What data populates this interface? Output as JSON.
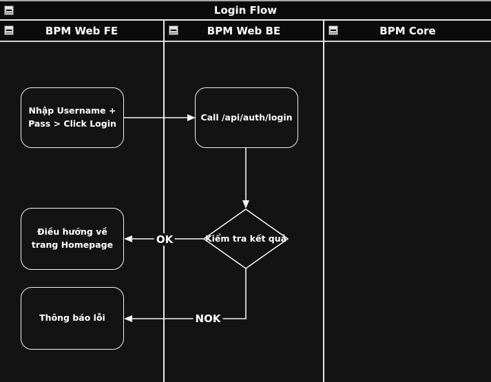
{
  "pool": {
    "title": "Login Flow"
  },
  "lanes": [
    {
      "label": "BPM Web FE"
    },
    {
      "label": "BPM Web BE"
    },
    {
      "label": "BPM Core"
    }
  ],
  "nodes": {
    "enter_credentials": {
      "label": "Nhập Username + Pass > Click Login"
    },
    "call_api": {
      "label": "Call /api/auth/login"
    },
    "check_result": {
      "label": "Kiểm tra kết quả"
    },
    "redirect_home": {
      "label": "Điều hướng về trang Homepage"
    },
    "show_error": {
      "label": "Thông báo lỗi"
    }
  },
  "edge_labels": {
    "ok": "OK",
    "nok": "NOK"
  },
  "colors": {
    "canvas": "#131313",
    "header_fill": "#0b0b0b",
    "stroke": "#f5f5f5",
    "text": "#ffffff",
    "top_border": "#a8a8a8"
  }
}
